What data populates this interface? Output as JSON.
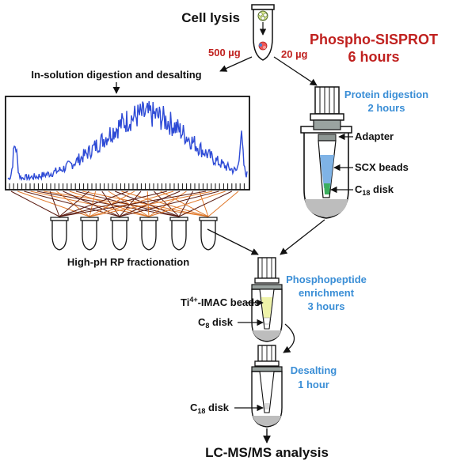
{
  "title_cell_lysis": "Cell lysis",
  "amount_left": "500 µg",
  "amount_right": "20 µg",
  "phospho_title_line1": "Phospho-SISPROT",
  "phospho_title_line2": "6 hours",
  "in_solution_label": "In-solution digestion and desalting",
  "protein_digestion_line1": "Protein digestion",
  "protein_digestion_line2": "2 hours",
  "adapter_label": "Adapter",
  "scx_label": "SCX beads",
  "c18_disk_label_top": "C18 disk",
  "fractionation_label": "High-pH RP fractionation",
  "enrichment_line1": "Phosphopeptide",
  "enrichment_line2": "enrichment",
  "enrichment_line3": "3 hours",
  "ti_imac_label": "Ti4+-IMAC beads",
  "c8_disk_label": "C8 disk",
  "desalting_line1": "Desalting",
  "desalting_line2": "1 hour",
  "c18_disk_label_bottom": "C18 disk",
  "lcms_label": "LC-MS/MS analysis",
  "colors": {
    "red": "#c0211f",
    "blue": "#3a8ed6",
    "trace": "#2e4bd6",
    "orange_lines": "#e0782a",
    "dark_lines": "#5a1a10"
  }
}
